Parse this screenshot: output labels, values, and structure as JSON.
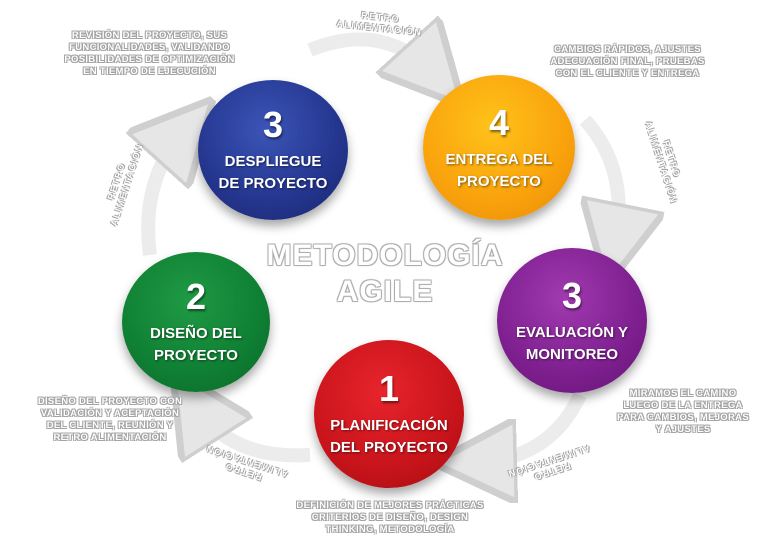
{
  "title": {
    "line1": "METODOLOGÍA",
    "line2": "AGILE"
  },
  "stages": {
    "despliegue": {
      "number": "3",
      "label_line1": "DESPLIEGUE",
      "label_line2": "DE PROYECTO",
      "color": "#24358e"
    },
    "entrega": {
      "number": "4",
      "label_line1": "ENTREGA DEL",
      "label_line2": "PROYECTO",
      "color": "#f9a20c"
    },
    "diseno": {
      "number": "2",
      "label_line1": "DISEÑO DEL",
      "label_line2": "PROYECTO",
      "color": "#0f7f33"
    },
    "evaluacion": {
      "number": "3",
      "label_line1": "EVALUACIÓN Y",
      "label_line2": "MONITOREO",
      "color": "#7e1f8f"
    },
    "planificacion": {
      "number": "1",
      "label_line1": "PLANIFICACIÓN",
      "label_line2": "DEL PROYECTO",
      "color": "#c8141b"
    }
  },
  "notes": {
    "top_left": [
      "REVISIÓN DEL PROYECTO, SUS",
      "FUNCIONALIDADES, VALIDANDO",
      "POSIBILIDADES DE OPTIMIZACIÓN",
      "EN TIEMPO DE EJECUCIÓN"
    ],
    "top_right": [
      "CAMBIOS RÁPIDOS, AJUSTES",
      "ADECUACIÓN FINAL, PRUEBAS",
      "CON EL CLIENTE Y ENTREGA"
    ],
    "bottom_left": [
      "DISEÑO DEL PROYECTO CON",
      "VALIDACIÓN Y ACEPTACIÓN",
      "DEL CLIENTE, REUNIÓN Y",
      "RETRO ALIMENTACIÓN"
    ],
    "bottom_right": [
      "MIRAMOS EL CAMINO",
      "LUEGO DE LA ENTREGA",
      "PARA CAMBIOS, MEJORAS",
      "Y AJUSTES"
    ],
    "bottom": [
      "DEFINICIÓN DE MEJORES PRÁCTICAS",
      "CRITERIOS DE DISEÑO, DESIGN",
      "THINKING, METODOLOGÍA"
    ]
  },
  "feedback_label": {
    "line1": "RETRO",
    "line2": "ALIMENTACIÓN"
  }
}
